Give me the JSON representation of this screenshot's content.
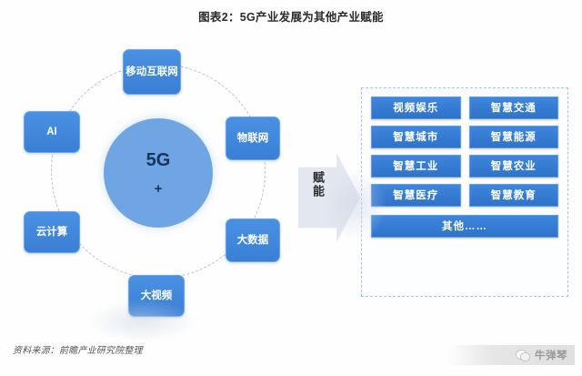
{
  "title": "图表2：5G产业发展为其他产业赋能",
  "diagram": {
    "core": {
      "label": "5G",
      "plus": "+"
    },
    "nodes": [
      {
        "id": "mobile-internet",
        "label": "移动互联网"
      },
      {
        "id": "iot",
        "label": "物联网"
      },
      {
        "id": "bigdata",
        "label": "大数据"
      },
      {
        "id": "bigvideo",
        "label": "大视频"
      },
      {
        "id": "cloud",
        "label": "云计算"
      },
      {
        "id": "ai",
        "label": "AI"
      }
    ]
  },
  "arrow": {
    "label": "赋能"
  },
  "applications": {
    "items": [
      {
        "label": "视频娱乐"
      },
      {
        "label": "智慧交通"
      },
      {
        "label": "智慧城市"
      },
      {
        "label": "智慧能源"
      },
      {
        "label": "智慧工业"
      },
      {
        "label": "智慧农业"
      },
      {
        "label": "智慧医疗"
      },
      {
        "label": "智慧教育"
      }
    ],
    "other": "其他……"
  },
  "source": "资料来源：前瞻产业研究院整理",
  "watermark": {
    "text": "牛弹琴",
    "icon": "wechat-icon"
  },
  "colors": {
    "core_circle": "#6ea5e2",
    "node_box": "#3f86dd",
    "app_box": "#2f72c9",
    "panel_border": "#9fc4ea",
    "ring_dash": "#b9bfc9",
    "arrow": "#e3e7f0",
    "core_text": "#16355c"
  },
  "chart_data": {
    "type": "diagram",
    "title": "图表2：5G产业发展为其他产业赋能",
    "center": "5G +",
    "enabling_technologies": [
      "移动互联网",
      "物联网",
      "大数据",
      "大视频",
      "云计算",
      "AI"
    ],
    "relation": "赋能",
    "enabled_industries": [
      "视频娱乐",
      "智慧交通",
      "智慧城市",
      "智慧能源",
      "智慧工业",
      "智慧农业",
      "智慧医疗",
      "智慧教育",
      "其他……"
    ],
    "source": "资料来源：前瞻产业研究院整理"
  }
}
